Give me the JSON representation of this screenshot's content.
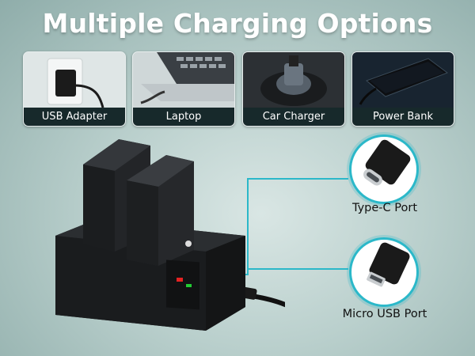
{
  "title": "Multiple Charging Options",
  "options": [
    {
      "label": "USB Adapter",
      "icon": "usb-adapter-icon"
    },
    {
      "label": "Laptop",
      "icon": "laptop-icon"
    },
    {
      "label": "Car Charger",
      "icon": "car-charger-icon"
    },
    {
      "label": "Power Bank",
      "icon": "power-bank-icon"
    }
  ],
  "ports": [
    {
      "label": "Type-C Port",
      "icon": "usb-c-connector-icon"
    },
    {
      "label": "Micro USB Port",
      "icon": "micro-usb-connector-icon"
    }
  ],
  "colors": {
    "accent": "#2bb8c9",
    "label_bg": "#17292b",
    "led_red": "#e52222",
    "led_green": "#22cc33"
  }
}
